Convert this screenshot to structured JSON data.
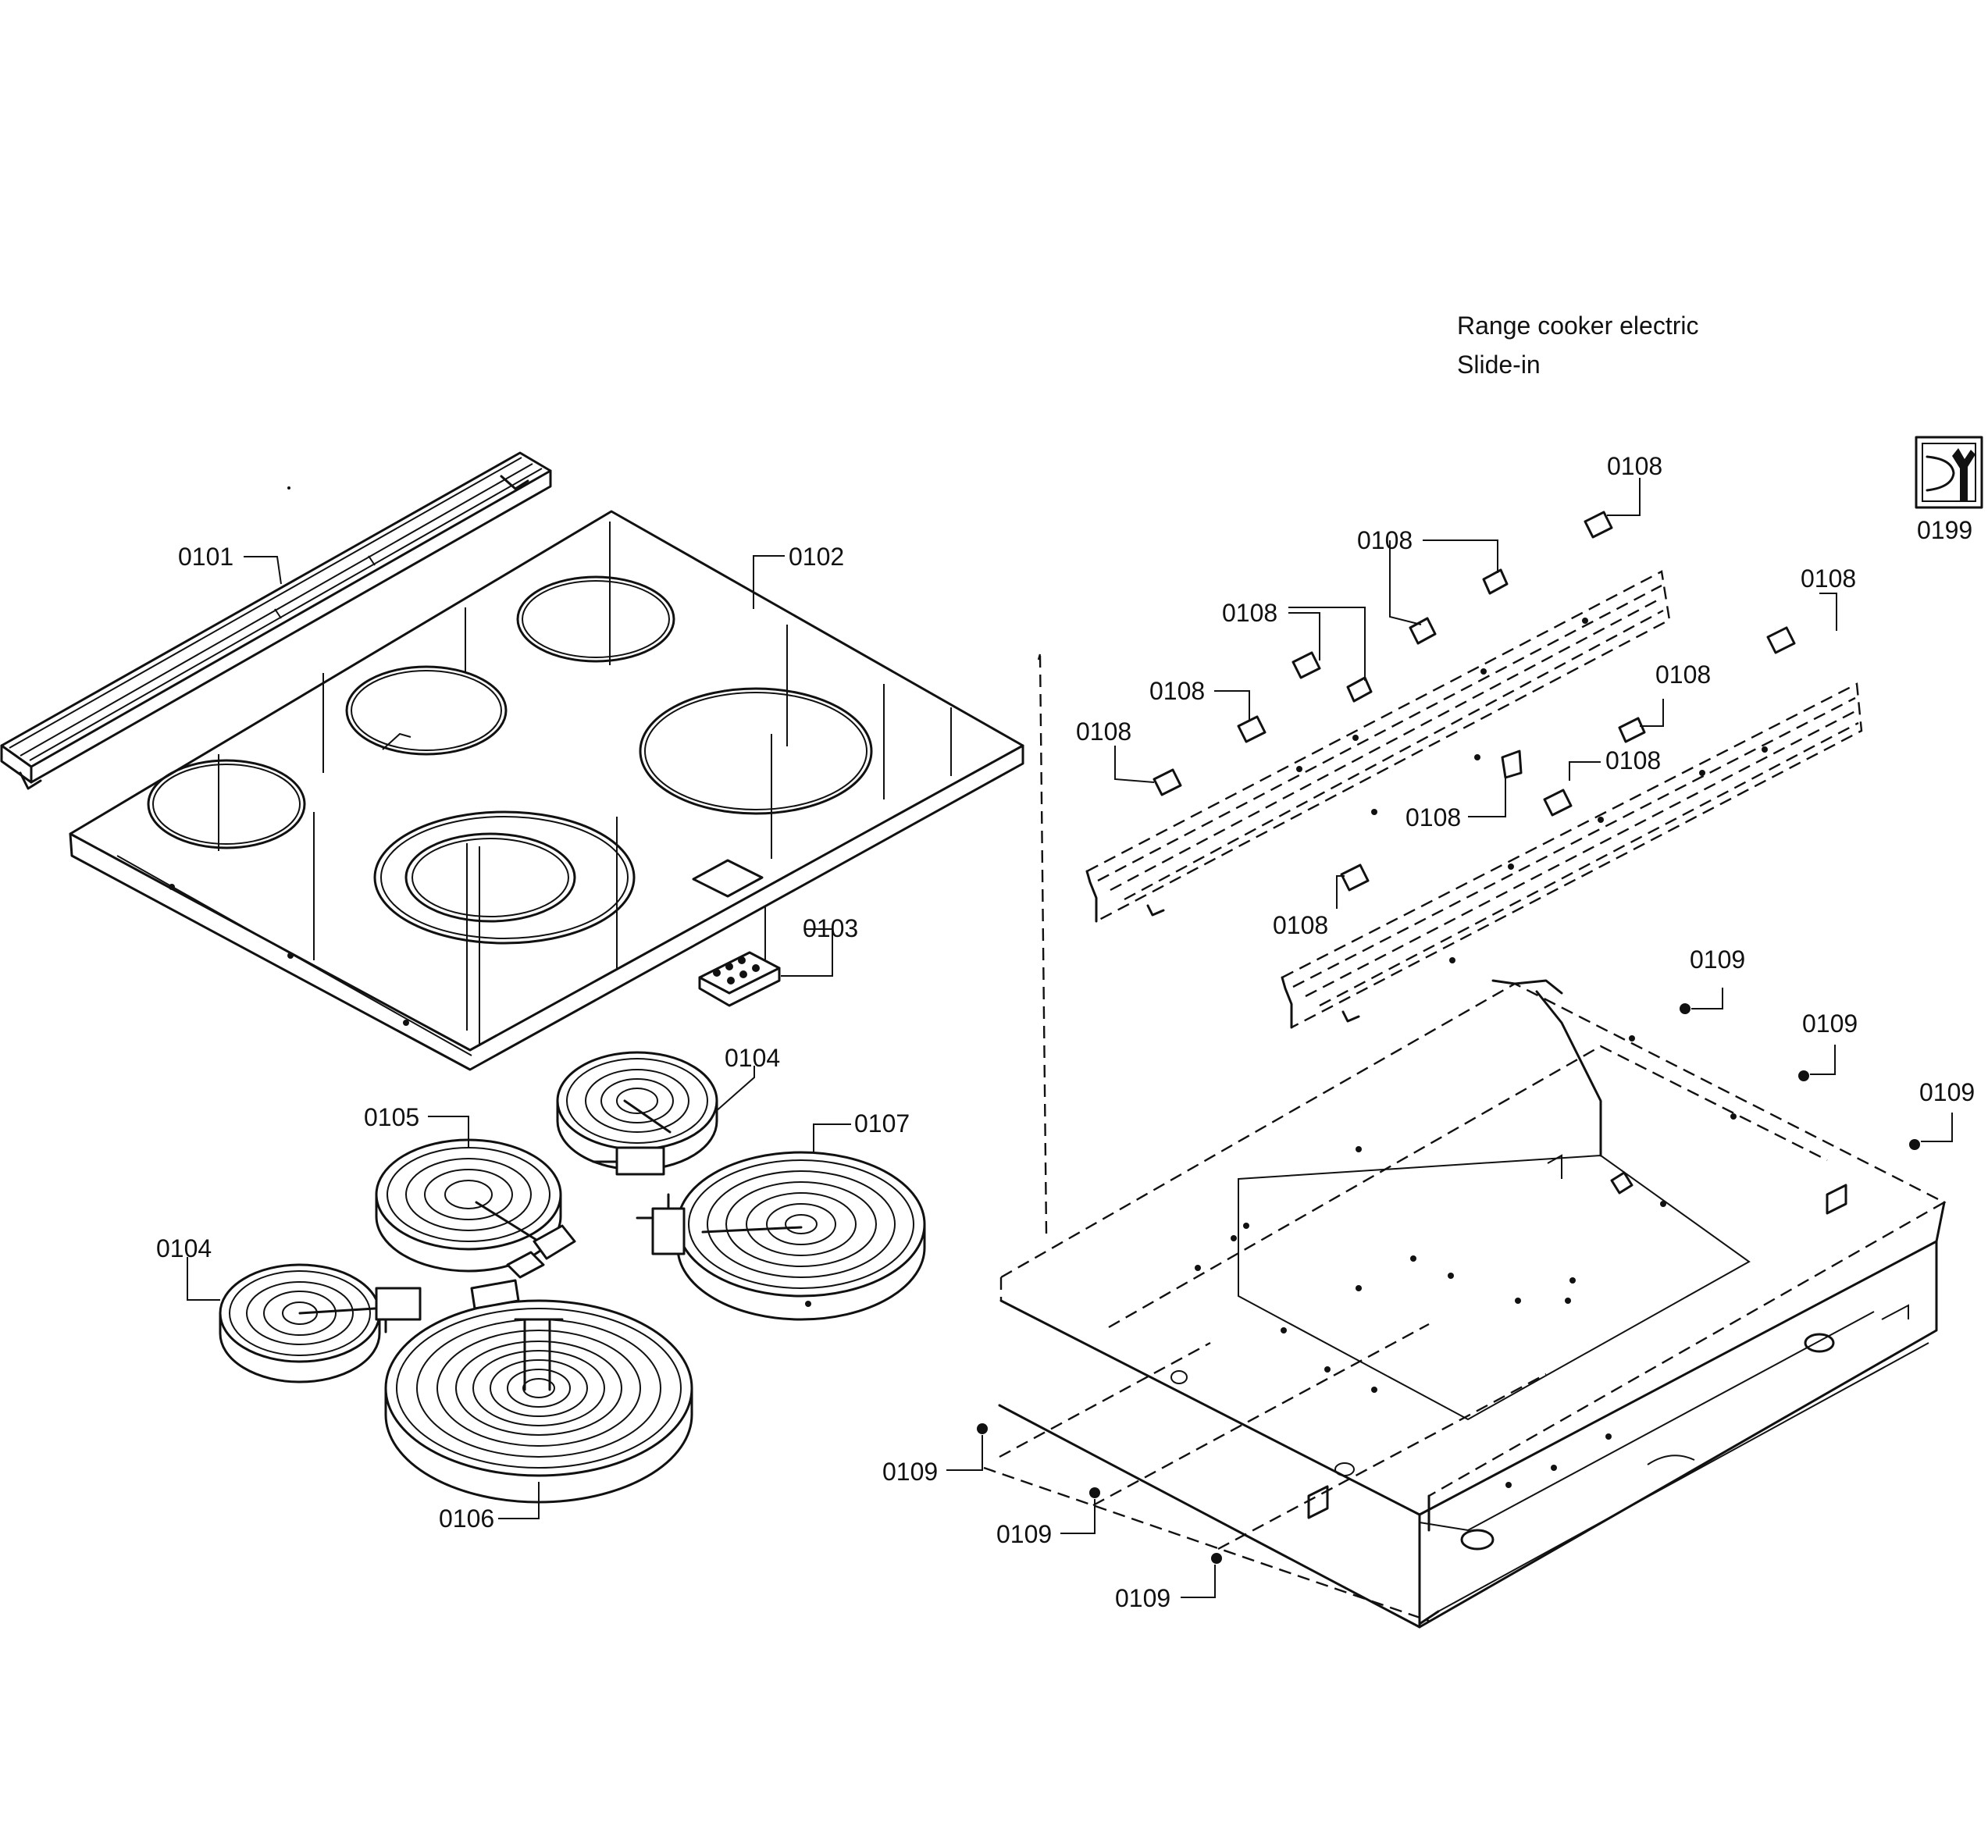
{
  "title": {
    "line1": "Range cooker electric",
    "line2": "Slide-in"
  },
  "tool_badge": {
    "icon": "wrench-service-icon",
    "part_no": "0199"
  },
  "colors": {
    "ink": "#111111",
    "paper": "#ffffff"
  },
  "parts": {
    "p0101": "0101",
    "p0102": "0102",
    "p0103": "0103",
    "p0104a": "0104",
    "p0104b": "0104",
    "p0105": "0105",
    "p0106": "0106",
    "p0107": "0107",
    "p0108a": "0108",
    "p0108b": "0108",
    "p0108c": "0108",
    "p0108d": "0108",
    "p0108e": "0108",
    "p0108f": "0108",
    "p0108g": "0108",
    "p0108h": "0108",
    "p0108i": "0108",
    "p0108j": "0108",
    "p0109a": "0109",
    "p0109b": "0109",
    "p0109c": "0109",
    "p0109d": "0109",
    "p0109e": "0109",
    "p0109f": "0109"
  }
}
